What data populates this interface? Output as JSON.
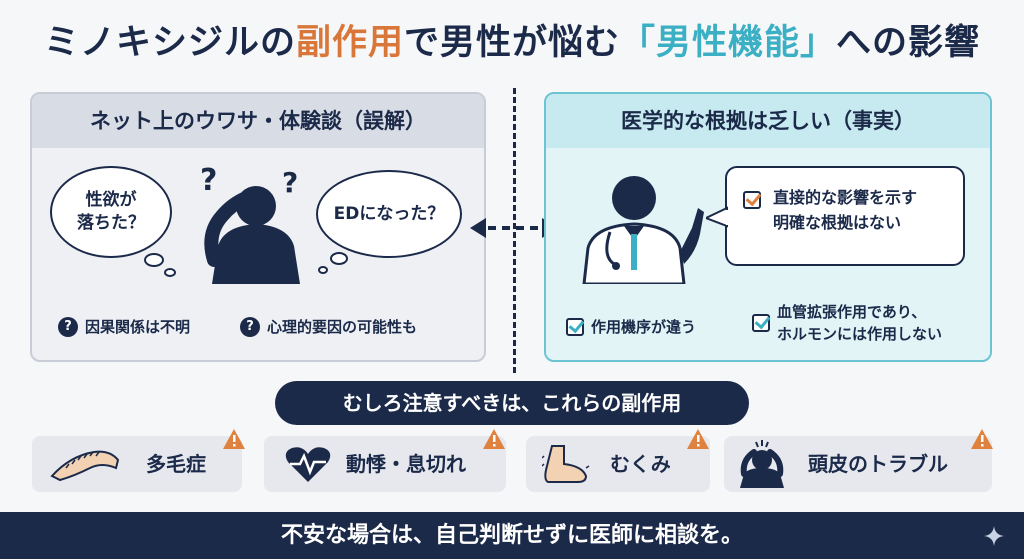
{
  "title": {
    "part1": "ミノキシジルの",
    "part2": "副作用",
    "part3": "で男性が悩む",
    "part4": "「男性機能」",
    "part5": "への影響"
  },
  "left_panel": {
    "heading": "ネット上のウワサ・体験談（誤解）",
    "bubble1_line1": "性欲が",
    "bubble1_line2": "落ちた？",
    "bubble2": "EDになった？",
    "note1": "因果関係は不明",
    "note2": "心理的要因の可能性も"
  },
  "right_panel": {
    "heading": "医学的な根拠は乏しい（事実）",
    "speech_line1": "直接的な影響を示す",
    "speech_line2": "明確な根拠はない",
    "check1": "作用機序が違う",
    "check2_line1": "血管拡張作用であり、",
    "check2_line2": "ホルモンには作用しない"
  },
  "banner": "むしろ注意すべきは、これらの副作用",
  "side_effects": [
    {
      "label": "多毛症",
      "icon": "arm-hair-icon"
    },
    {
      "label": "動悸・息切れ",
      "icon": "heart-pulse-icon"
    },
    {
      "label": "むくみ",
      "icon": "swollen-foot-icon"
    },
    {
      "label": "頭皮のトラブル",
      "icon": "scalp-trouble-icon"
    }
  ],
  "footer": "不安な場合は、自己判断せずに医師に相談を。",
  "colors": {
    "navy": "#1c2a4a",
    "orange": "#d9773a",
    "teal": "#3bb0c4"
  }
}
